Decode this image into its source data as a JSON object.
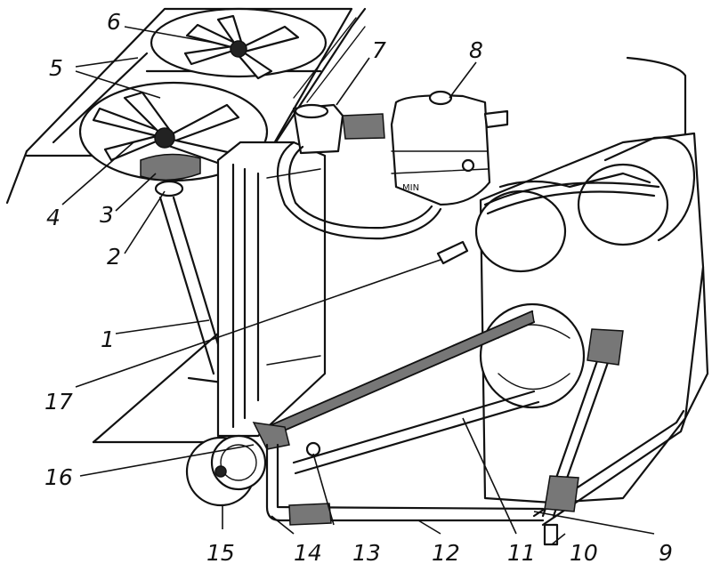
{
  "callouts": [
    {
      "id": "1",
      "text": "1"
    },
    {
      "id": "2",
      "text": "2"
    },
    {
      "id": "3",
      "text": "3"
    },
    {
      "id": "4",
      "text": "4"
    },
    {
      "id": "5",
      "text": "5"
    },
    {
      "id": "6",
      "text": "6"
    },
    {
      "id": "7",
      "text": "7"
    },
    {
      "id": "8",
      "text": "8"
    },
    {
      "id": "9",
      "text": "9"
    },
    {
      "id": "10",
      "text": "10"
    },
    {
      "id": "11",
      "text": "11"
    },
    {
      "id": "12",
      "text": "12"
    },
    {
      "id": "13",
      "text": "13"
    },
    {
      "id": "14",
      "text": "14"
    },
    {
      "id": "15",
      "text": "15"
    },
    {
      "id": "16",
      "text": "16"
    },
    {
      "id": "17",
      "text": "17"
    }
  ],
  "tank_marking": "MIN"
}
